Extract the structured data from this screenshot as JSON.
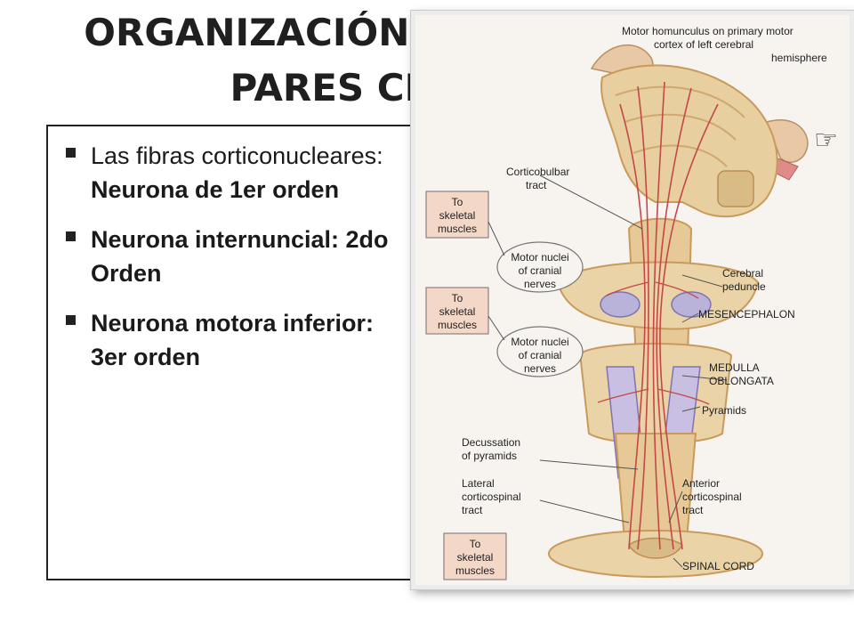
{
  "slide": {
    "title_line1": "ORGANIZACIÓN MOTORA DE LOS",
    "title_line2": "PARES CRANEALES",
    "bullets": [
      {
        "normal": "Las fibras corticonucleares: ",
        "bold": "Neurona de 1er orden"
      },
      {
        "normal": "",
        "bold": "Neurona internuncial: 2do Orden"
      },
      {
        "normal": "",
        "bold": "Neurona motora inferior: 3er orden"
      }
    ]
  },
  "figure": {
    "labels": {
      "homunculus_1": "Motor homunculus on primary motor",
      "homunculus_2": "cortex of left cerebral",
      "homunculus_3": "hemisphere",
      "corticobulbar_1": "Corticobulbar",
      "corticobulbar_2": "tract",
      "skeletal_to": "To",
      "skeletal_1": "skeletal",
      "skeletal_2": "muscles",
      "motor_nuclei_1": "Motor nuclei",
      "motor_nuclei_2": "of cranial",
      "motor_nuclei_3": "nerves",
      "cerebral_peduncle_1": "Cerebral",
      "cerebral_peduncle_2": "peduncle",
      "mesencephalon": "MESENCEPHALON",
      "medulla_1": "MEDULLA",
      "medulla_2": "OBLONGATA",
      "pyramids": "Pyramids",
      "decussation_1": "Decussation",
      "decussation_2": "of pyramids",
      "lateral_1": "Lateral",
      "lateral_2": "corticospinal",
      "lateral_3": "tract",
      "anterior_1": "Anterior",
      "anterior_2": "corticospinal",
      "anterior_3": "tract",
      "spinal_cord": "SPINAL CORD",
      "hand_glyph": "☞"
    },
    "colors": {
      "tissue": "#e8cf9f",
      "tissue_dark": "#c99a5b",
      "tract": "#c44848",
      "nuclei": "#b9b2d9"
    }
  }
}
